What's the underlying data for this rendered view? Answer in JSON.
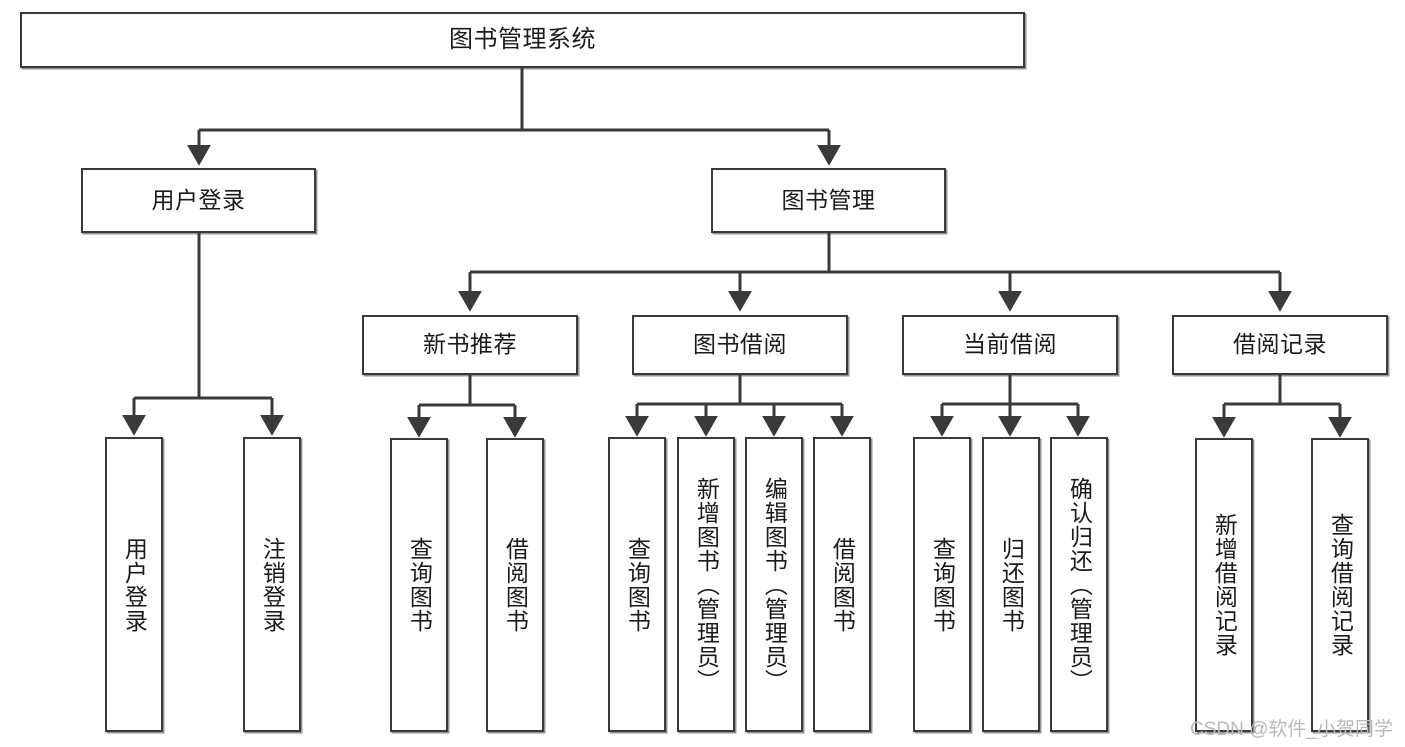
{
  "diagram": {
    "type": "tree-hierarchy",
    "title": "图书管理系统",
    "stroke_color": "#3a3a3a",
    "fill_color": "#ffffff",
    "text_color": "#1b1b1b",
    "watermark": "CSDN @软件_小贺同学"
  },
  "nodes": {
    "root": {
      "label": "图书管理系统",
      "level": 1
    },
    "level2": [
      {
        "id": "user_login",
        "label": "用户登录"
      },
      {
        "id": "book_manage",
        "label": "图书管理"
      }
    ],
    "level3": [
      {
        "id": "new_book_rec",
        "label": "新书推荐",
        "parent": "book_manage"
      },
      {
        "id": "book_borrow",
        "label": "图书借阅",
        "parent": "book_manage"
      },
      {
        "id": "current_borrow",
        "label": "当前借阅",
        "parent": "book_manage"
      },
      {
        "id": "borrow_record",
        "label": "借阅记录",
        "parent": "book_manage"
      }
    ],
    "leaves": [
      {
        "id": "leaf_user_login",
        "label": "用户登录",
        "parent": "user_login"
      },
      {
        "id": "leaf_logout",
        "label": "注销登录",
        "parent": "user_login"
      },
      {
        "id": "leaf_query_book_1",
        "label": "查询图书",
        "parent": "new_book_rec"
      },
      {
        "id": "leaf_borrow_book_1",
        "label": "借阅图书",
        "parent": "new_book_rec"
      },
      {
        "id": "leaf_query_book_2",
        "label": "查询图书",
        "parent": "book_borrow"
      },
      {
        "id": "leaf_add_book",
        "label": "新增图书（管理员）",
        "parent": "book_borrow"
      },
      {
        "id": "leaf_edit_book",
        "label": "编辑图书（管理员）",
        "parent": "book_borrow"
      },
      {
        "id": "leaf_borrow_book_2",
        "label": "借阅图书",
        "parent": "book_borrow"
      },
      {
        "id": "leaf_query_book_3",
        "label": "查询图书",
        "parent": "current_borrow"
      },
      {
        "id": "leaf_return_book",
        "label": "归还图书",
        "parent": "current_borrow"
      },
      {
        "id": "leaf_confirm_return",
        "label": "确认归还（管理员）",
        "parent": "current_borrow"
      },
      {
        "id": "leaf_add_record",
        "label": "新增借阅记录",
        "parent": "borrow_record"
      },
      {
        "id": "leaf_query_record",
        "label": "查询借阅记录",
        "parent": "borrow_record"
      }
    ]
  }
}
